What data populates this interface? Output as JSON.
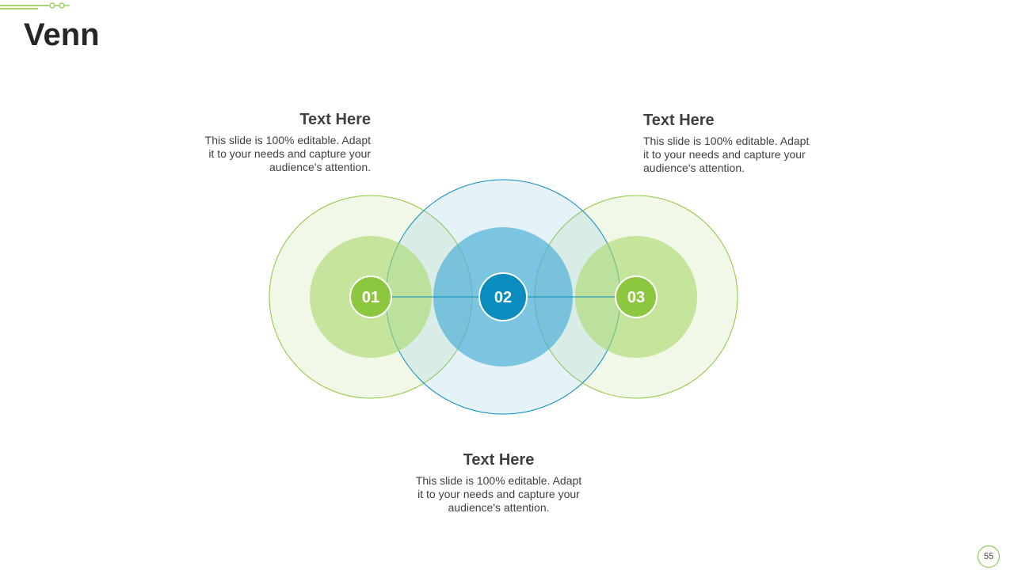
{
  "slide": {
    "title": "Venn",
    "page_number": "55"
  },
  "colors": {
    "green_accent": "#8dc63f",
    "green_light": "#c5e59a",
    "green_pale": "#f1f8e9",
    "blue_accent": "#0a8cbf",
    "blue_mid": "#6fbfdc",
    "blue_pale": "#e3f2f8",
    "text": "#404040"
  },
  "nodes": [
    {
      "label": "01",
      "color": "green"
    },
    {
      "label": "02",
      "color": "blue"
    },
    {
      "label": "03",
      "color": "green"
    }
  ],
  "text_blocks": [
    {
      "heading": "Text Here",
      "body": "This slide is 100% editable. Adapt it to your needs and capture your audience's attention."
    },
    {
      "heading": "Text Here",
      "body": "This slide is 100% editable. Adapt it to your needs and capture your audience's attention."
    },
    {
      "heading": "Text Here",
      "body": "This slide is 100% editable. Adapt it to your needs and capture your audience's attention."
    }
  ]
}
